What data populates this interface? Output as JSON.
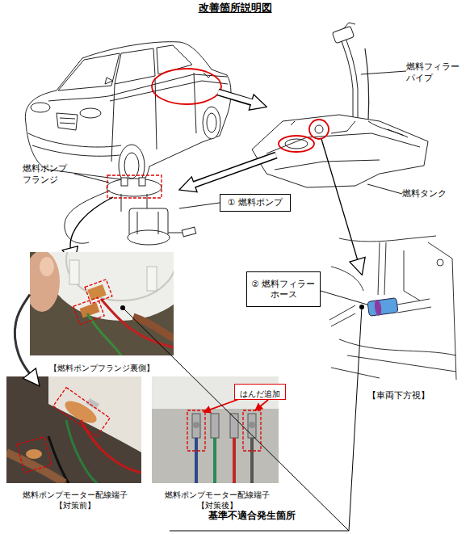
{
  "diagram": {
    "title": "改善箇所説明図",
    "nodes": [
      {
        "text": [
          "① 燃料ポンプ"
        ]
      },
      {
        "text": [
          "② 燃料フィラー ホース"
        ]
      },
      {
        "text": [
          "【燃料ポンプフランジ裏側】"
        ]
      },
      {
        "text": [
          "燃料ポンプモーター配線端子 【対策前】"
        ]
      },
      {
        "text": [
          "燃料ポンプモーター配線端子 【対策後】"
        ]
      },
      {
        "text": [
          "はんだ追加"
        ],
        "in": 4
      }
    ],
    "edges": [
      {
        "from": 2,
        "to": 3,
        "arrow": "to"
      }
    ],
    "labels": [
      "燃料フィラー パイプ",
      "燃料タンク",
      "燃料ポンプ フランジ",
      "【車両下方視】",
      "基準不適合発生箇所"
    ]
  }
}
